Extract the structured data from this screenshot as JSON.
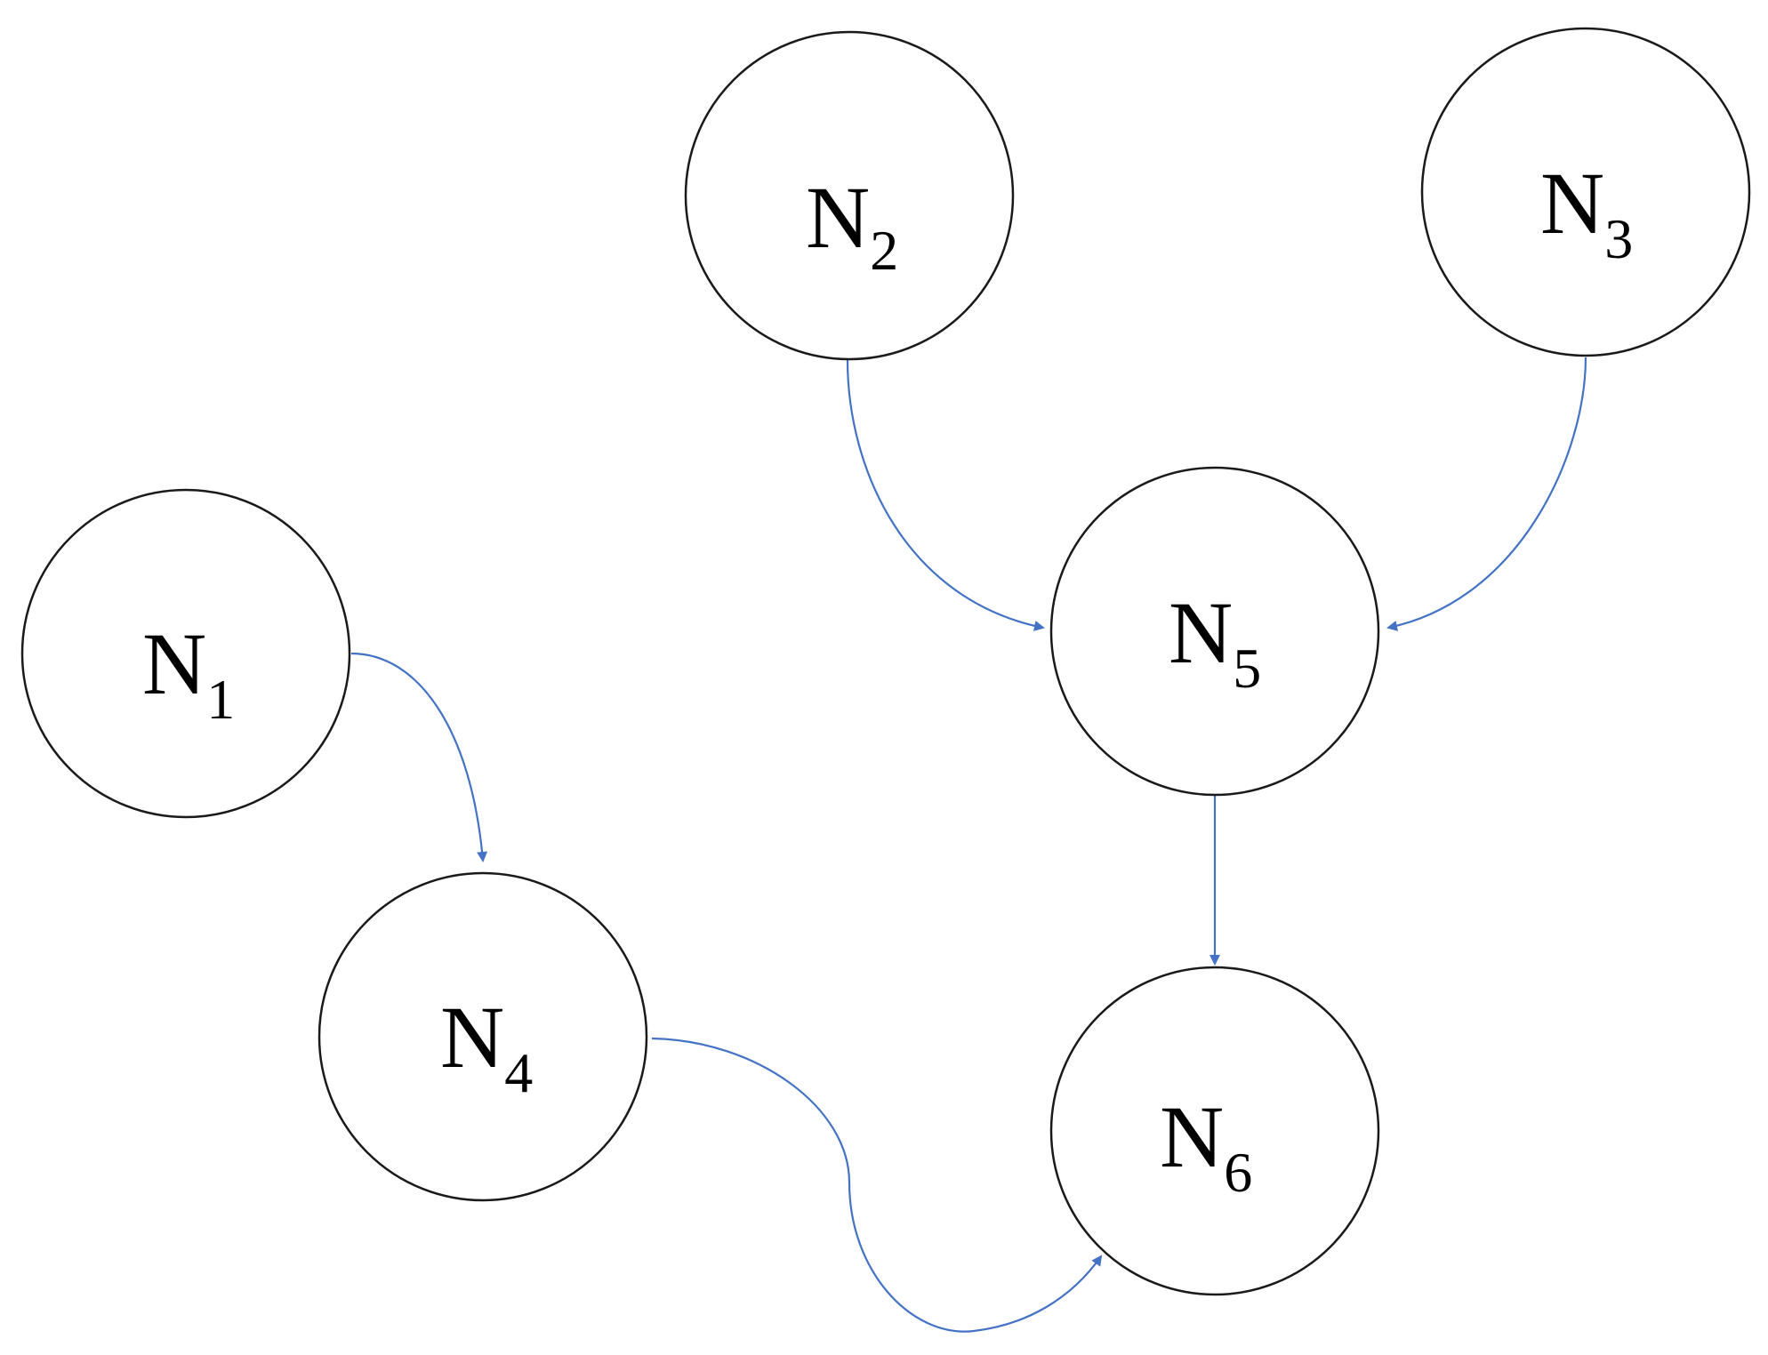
{
  "diagram": {
    "edge_color": "#4472C4",
    "node_stroke_color": "#1a1a1a",
    "nodes": [
      {
        "id": "N1",
        "main": "N",
        "sub": "1"
      },
      {
        "id": "N2",
        "main": "N",
        "sub": "2"
      },
      {
        "id": "N3",
        "main": "N",
        "sub": "3"
      },
      {
        "id": "N4",
        "main": "N",
        "sub": "4"
      },
      {
        "id": "N5",
        "main": "N",
        "sub": "5"
      },
      {
        "id": "N6",
        "main": "N",
        "sub": "6"
      }
    ],
    "edges": [
      {
        "from": "N1",
        "to": "N4"
      },
      {
        "from": "N2",
        "to": "N5"
      },
      {
        "from": "N3",
        "to": "N5"
      },
      {
        "from": "N5",
        "to": "N6"
      },
      {
        "from": "N4",
        "to": "N6"
      }
    ]
  }
}
